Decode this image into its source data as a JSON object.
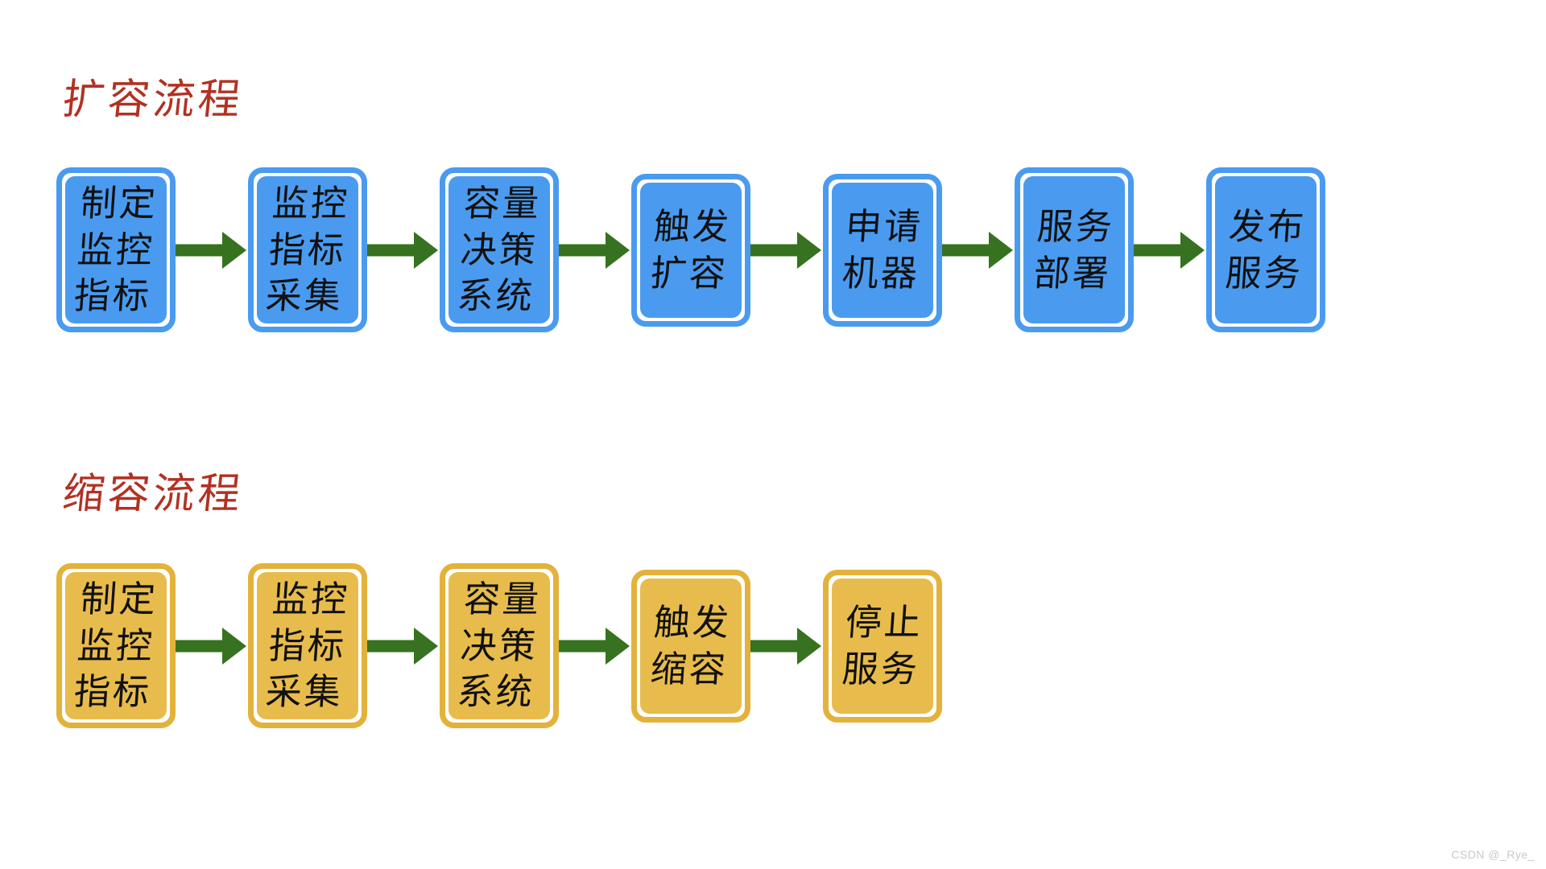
{
  "page": {
    "background_color": "#ffffff",
    "watermark": "CSDN @_Rye_"
  },
  "colors": {
    "title_red": "#b23122",
    "blue_border": "#4a9bf0",
    "blue_fill": "#4a9bf0",
    "yellow_border": "#e3b23a",
    "yellow_fill": "#e8bc4c",
    "arrow_green": "#36721f",
    "text_black": "#111111",
    "watermark_gray": "#c9c9c9"
  },
  "sections": [
    {
      "id": "expand",
      "title": "扩容流程",
      "theme": "blue",
      "nodes": [
        {
          "label": "制定\n监控\n指标",
          "lines": 3,
          "size": "tall"
        },
        {
          "label": "监控\n指标\n采集",
          "lines": 3,
          "size": "tall"
        },
        {
          "label": "容量\n决策\n系统",
          "lines": 3,
          "size": "tall"
        },
        {
          "label": "触发\n扩容",
          "lines": 2,
          "size": "short"
        },
        {
          "label": "申请\n机器",
          "lines": 2,
          "size": "short"
        },
        {
          "label": "服务\n部署",
          "lines": 2,
          "size": "tall"
        },
        {
          "label": "发布\n服务",
          "lines": 2,
          "size": "tall"
        }
      ],
      "arrow_count": 6
    },
    {
      "id": "shrink",
      "title": "缩容流程",
      "theme": "yellow",
      "nodes": [
        {
          "label": "制定\n监控\n指标",
          "lines": 3,
          "size": "tall"
        },
        {
          "label": "监控\n指标\n采集",
          "lines": 3,
          "size": "tall"
        },
        {
          "label": "容量\n决策\n系统",
          "lines": 3,
          "size": "tall"
        },
        {
          "label": "触发\n缩容",
          "lines": 2,
          "size": "short"
        },
        {
          "label": "停止\n服务",
          "lines": 2,
          "size": "short"
        }
      ],
      "arrow_count": 4
    }
  ]
}
